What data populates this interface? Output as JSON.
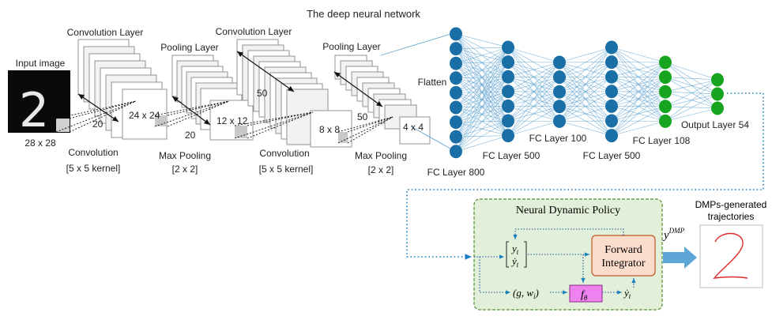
{
  "diagram": {
    "title": "The deep neural network",
    "input": {
      "label": "Input image",
      "size": "28 x 28",
      "digit": "2"
    },
    "conv1": {
      "layer_label": "Convolution Layer",
      "op": "Convolution",
      "kernel": "[5 x 5 kernel]",
      "depth": "20",
      "map_size": "24 x 24"
    },
    "pool1": {
      "layer_label": "Pooling Layer",
      "op": "Max Pooling",
      "kernel": "[2 x 2]",
      "depth": "20",
      "map_size": "12 x 12"
    },
    "conv2": {
      "layer_label": "Convolution Layer",
      "op": "Convolution",
      "kernel": "[5 x 5 kernel]",
      "depth": "50",
      "map_size": "8 x 8"
    },
    "pool2": {
      "layer_label": "Pooling Layer",
      "op": "Max Pooling",
      "kernel": "[2 x 2]",
      "depth": "50",
      "map_size": "4 x 4"
    },
    "flatten": "Flatten",
    "fc_layers": [
      "FC Layer 800",
      "FC Layer 500",
      "FC Layer 100",
      "FC Layer 500",
      "FC Layer 108",
      "Output Layer 54"
    ],
    "policy": {
      "title": "Neural Dynamic Policy",
      "state_y": "y",
      "state_ydot": "ẏ",
      "subscript_t": "t",
      "integrator_line1": "Forward",
      "integrator_line2": "Integrator",
      "params": "(g, w",
      "params_sub": "i",
      "params_close": ")",
      "f_theta": "f",
      "f_theta_sub": "θ",
      "output": "y",
      "output_sup": "DMP"
    },
    "result": {
      "line1": "DMPs-generated",
      "line2": "trajectories",
      "digit": "2"
    }
  },
  "colors": {
    "neuron_blue": "#1a6fa6",
    "neuron_green": "#17a51f",
    "edge": "#5aa0cf",
    "policy_bg": "#e2f0d9",
    "policy_border": "#4f8f31",
    "integrator_fill": "#fbdccb",
    "integrator_border": "#c0562a",
    "ftheta_fill": "#ee82ee",
    "flow_arrow": "#1a7fbf",
    "trajectory": "#dd2a2a"
  }
}
